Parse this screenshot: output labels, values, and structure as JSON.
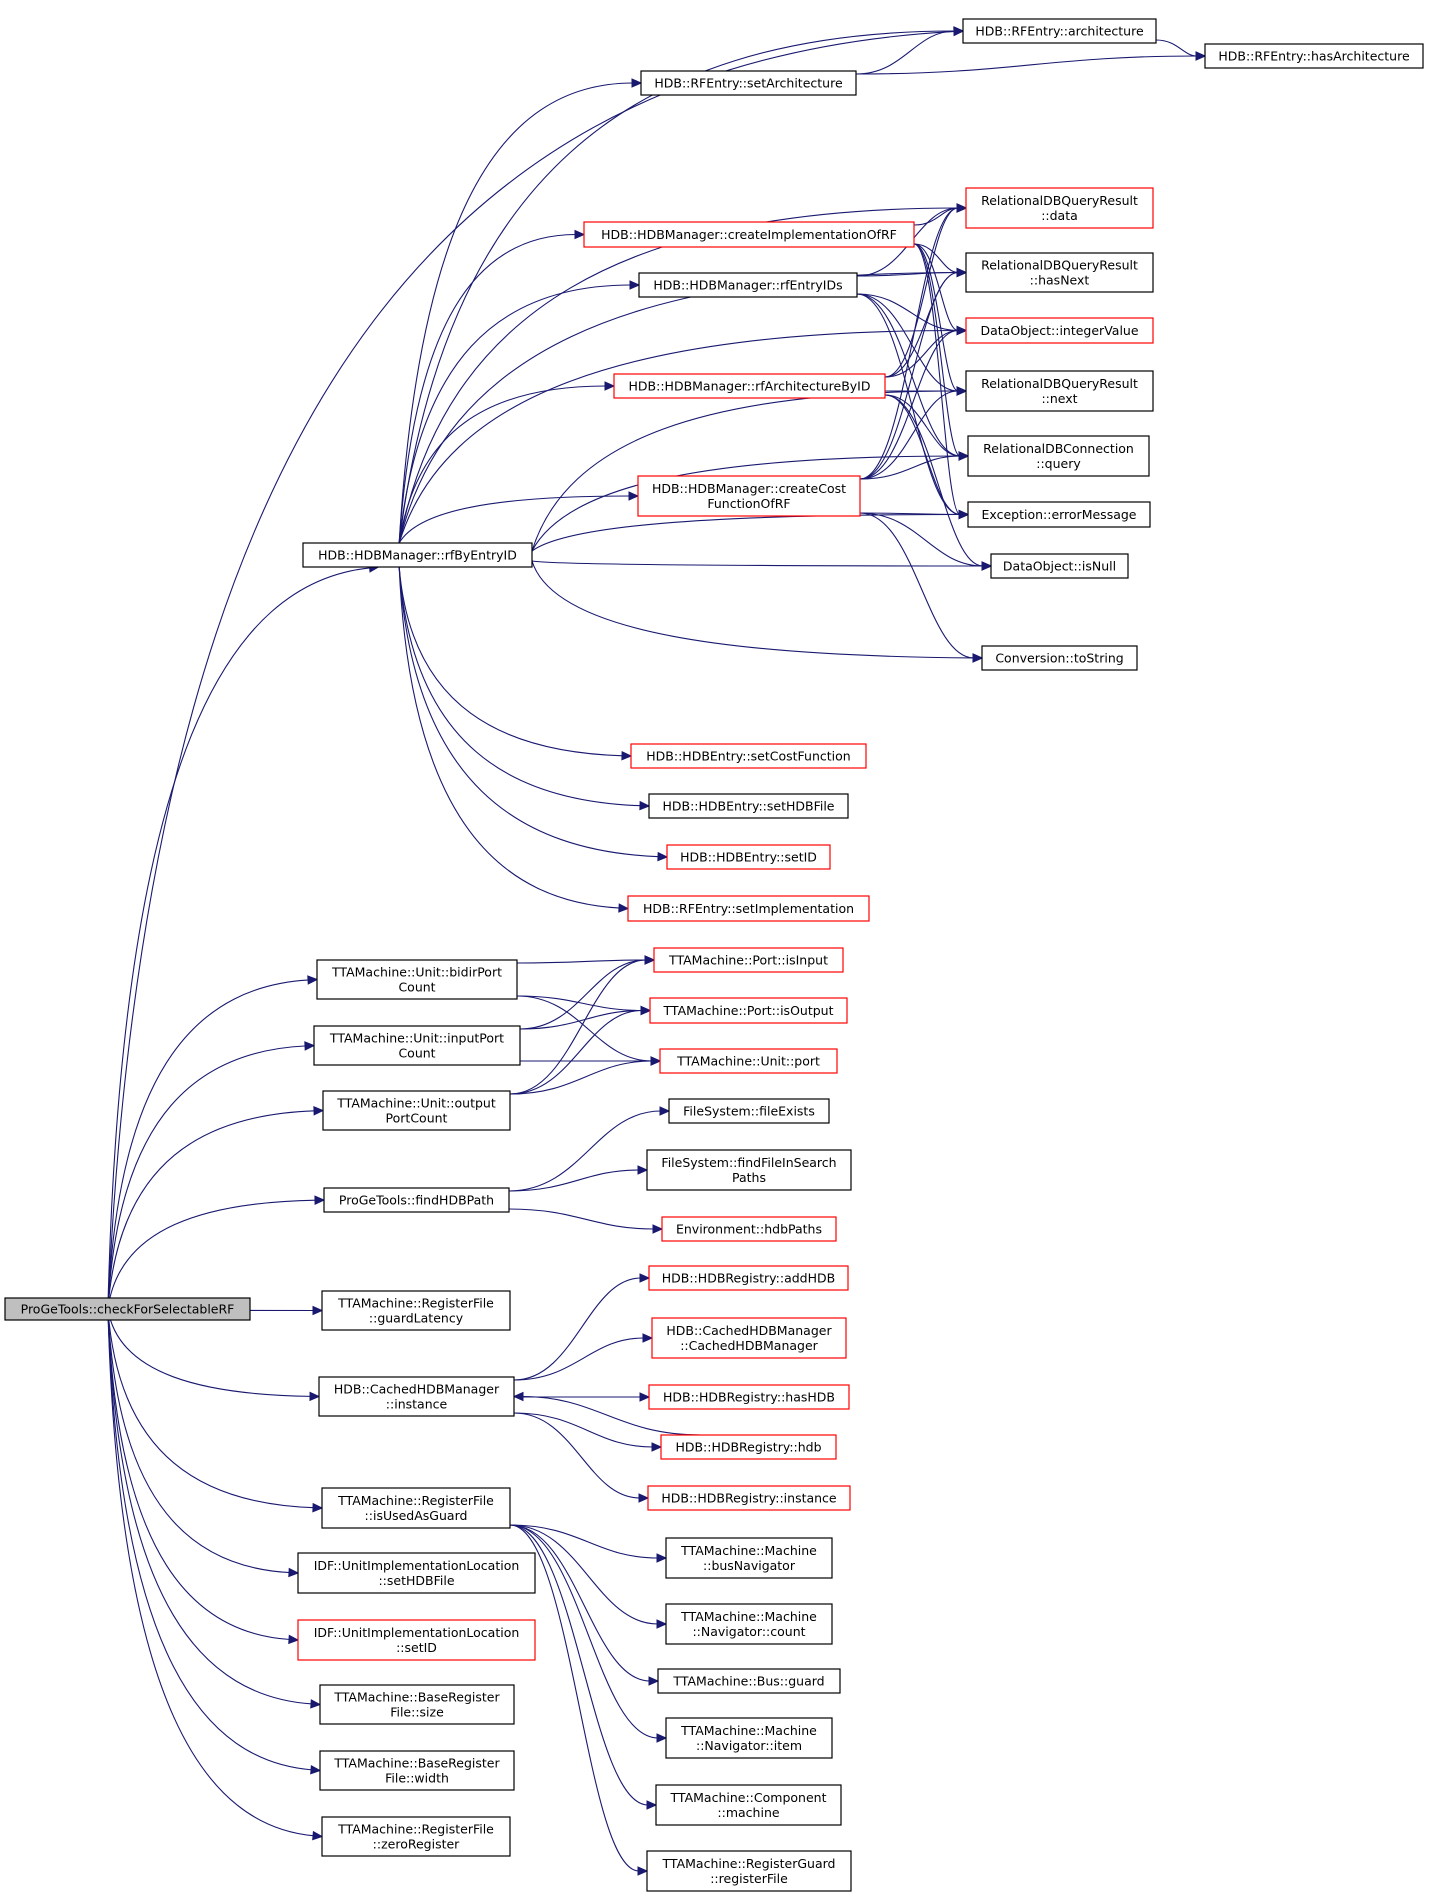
{
  "graph": {
    "root": "ProGeTools::checkForSelectableRF",
    "colors": {
      "edge": "#191970",
      "node_border": "#000000",
      "node_border_incomplete": "#ff0000",
      "root_fill": "#bfbfbf"
    },
    "nodes": [
      {
        "id": "root",
        "lines": [
          "ProGeTools::checkForSelectableRF"
        ],
        "style": "root"
      },
      {
        "id": "rfByEntryID",
        "lines": [
          "HDB::HDBManager::rfByEntryID"
        ],
        "style": "normal"
      },
      {
        "id": "rfe_architecture",
        "lines": [
          "HDB::RFEntry::architecture"
        ],
        "style": "normal"
      },
      {
        "id": "rfe_hasArchitecture",
        "lines": [
          "HDB::RFEntry::hasArchitecture"
        ],
        "style": "normal"
      },
      {
        "id": "rfe_setArchitecture",
        "lines": [
          "HDB::RFEntry::setArchitecture"
        ],
        "style": "normal"
      },
      {
        "id": "rdq_data",
        "lines": [
          "RelationalDBQueryResult",
          "::data"
        ],
        "style": "red"
      },
      {
        "id": "createImplOfRF",
        "lines": [
          "HDB::HDBManager::createImplementationOfRF"
        ],
        "style": "red"
      },
      {
        "id": "rdq_hasNext",
        "lines": [
          "RelationalDBQueryResult",
          "::hasNext"
        ],
        "style": "normal"
      },
      {
        "id": "rfEntryIDs",
        "lines": [
          "HDB::HDBManager::rfEntryIDs"
        ],
        "style": "normal"
      },
      {
        "id": "do_integerValue",
        "lines": [
          "DataObject::integerValue"
        ],
        "style": "red"
      },
      {
        "id": "rfArchById",
        "lines": [
          "HDB::HDBManager::rfArchitectureByID"
        ],
        "style": "red"
      },
      {
        "id": "rdq_next",
        "lines": [
          "RelationalDBQueryResult",
          "::next"
        ],
        "style": "normal"
      },
      {
        "id": "rdc_query",
        "lines": [
          "RelationalDBConnection",
          "::query"
        ],
        "style": "normal"
      },
      {
        "id": "createCostFn",
        "lines": [
          "HDB::HDBManager::createCost",
          "FunctionOfRF"
        ],
        "style": "red"
      },
      {
        "id": "ex_errorMessage",
        "lines": [
          "Exception::errorMessage"
        ],
        "style": "normal"
      },
      {
        "id": "do_isNull",
        "lines": [
          "DataObject::isNull"
        ],
        "style": "normal"
      },
      {
        "id": "conv_toString",
        "lines": [
          "Conversion::toString"
        ],
        "style": "normal"
      },
      {
        "id": "he_setCostFunction",
        "lines": [
          "HDB::HDBEntry::setCostFunction"
        ],
        "style": "red"
      },
      {
        "id": "he_setHDBFile",
        "lines": [
          "HDB::HDBEntry::setHDBFile"
        ],
        "style": "normal"
      },
      {
        "id": "he_setID",
        "lines": [
          "HDB::HDBEntry::setID"
        ],
        "style": "red"
      },
      {
        "id": "rfe_setImplementation",
        "lines": [
          "HDB::RFEntry::setImplementation"
        ],
        "style": "red"
      },
      {
        "id": "bidirPortCount",
        "lines": [
          "TTAMachine::Unit::bidirPort",
          "Count"
        ],
        "style": "normal"
      },
      {
        "id": "port_isInput",
        "lines": [
          "TTAMachine::Port::isInput"
        ],
        "style": "red"
      },
      {
        "id": "port_isOutput",
        "lines": [
          "TTAMachine::Port::isOutput"
        ],
        "style": "red"
      },
      {
        "id": "inputPortCount",
        "lines": [
          "TTAMachine::Unit::inputPort",
          "Count"
        ],
        "style": "normal"
      },
      {
        "id": "unit_port",
        "lines": [
          "TTAMachine::Unit::port"
        ],
        "style": "red"
      },
      {
        "id": "outputPortCount",
        "lines": [
          "TTAMachine::Unit::output",
          "PortCount"
        ],
        "style": "normal"
      },
      {
        "id": "fs_fileExists",
        "lines": [
          "FileSystem::fileExists"
        ],
        "style": "normal"
      },
      {
        "id": "fs_findFile",
        "lines": [
          "FileSystem::findFileInSearch",
          "Paths"
        ],
        "style": "normal"
      },
      {
        "id": "findHDBPath",
        "lines": [
          "ProGeTools::findHDBPath"
        ],
        "style": "normal"
      },
      {
        "id": "env_hdbPaths",
        "lines": [
          "Environment::hdbPaths"
        ],
        "style": "red"
      },
      {
        "id": "hreg_addHDB",
        "lines": [
          "HDB::HDBRegistry::addHDB"
        ],
        "style": "red"
      },
      {
        "id": "rf_guardLatency",
        "lines": [
          "TTAMachine::RegisterFile",
          "::guardLatency"
        ],
        "style": "normal"
      },
      {
        "id": "chm_ctor",
        "lines": [
          "HDB::CachedHDBManager",
          "::CachedHDBManager"
        ],
        "style": "red"
      },
      {
        "id": "chm_instance",
        "lines": [
          "HDB::CachedHDBManager",
          "::instance"
        ],
        "style": "normal"
      },
      {
        "id": "hreg_hasHDB",
        "lines": [
          "HDB::HDBRegistry::hasHDB"
        ],
        "style": "red"
      },
      {
        "id": "hreg_hdb",
        "lines": [
          "HDB::HDBRegistry::hdb"
        ],
        "style": "red"
      },
      {
        "id": "hreg_instance",
        "lines": [
          "HDB::HDBRegistry::instance"
        ],
        "style": "red"
      },
      {
        "id": "rf_isUsedAsGuard",
        "lines": [
          "TTAMachine::RegisterFile",
          "::isUsedAsGuard"
        ],
        "style": "normal"
      },
      {
        "id": "m_busNavigator",
        "lines": [
          "TTAMachine::Machine",
          "::busNavigator"
        ],
        "style": "normal"
      },
      {
        "id": "uil_setHDBFile",
        "lines": [
          "IDF::UnitImplementationLocation",
          "::setHDBFile"
        ],
        "style": "normal"
      },
      {
        "id": "nav_count",
        "lines": [
          "TTAMachine::Machine",
          "::Navigator::count"
        ],
        "style": "normal"
      },
      {
        "id": "uil_setID",
        "lines": [
          "IDF::UnitImplementationLocation",
          "::setID"
        ],
        "style": "red"
      },
      {
        "id": "bus_guard",
        "lines": [
          "TTAMachine::Bus::guard"
        ],
        "style": "normal"
      },
      {
        "id": "brf_size",
        "lines": [
          "TTAMachine::BaseRegister",
          "File::size"
        ],
        "style": "normal"
      },
      {
        "id": "nav_item",
        "lines": [
          "TTAMachine::Machine",
          "::Navigator::item"
        ],
        "style": "normal"
      },
      {
        "id": "brf_width",
        "lines": [
          "TTAMachine::BaseRegister",
          "File::width"
        ],
        "style": "normal"
      },
      {
        "id": "comp_machine",
        "lines": [
          "TTAMachine::Component",
          "::machine"
        ],
        "style": "normal"
      },
      {
        "id": "rf_zeroRegister",
        "lines": [
          "TTAMachine::RegisterFile",
          "::zeroRegister"
        ],
        "style": "normal"
      },
      {
        "id": "rg_registerFile",
        "lines": [
          "TTAMachine::RegisterGuard",
          "::registerFile"
        ],
        "style": "normal"
      }
    ],
    "edges": [
      [
        "root",
        "rfByEntryID"
      ],
      [
        "root",
        "bidirPortCount"
      ],
      [
        "root",
        "inputPortCount"
      ],
      [
        "root",
        "outputPortCount"
      ],
      [
        "root",
        "findHDBPath"
      ],
      [
        "root",
        "rf_guardLatency"
      ],
      [
        "root",
        "chm_instance"
      ],
      [
        "root",
        "rf_isUsedAsGuard"
      ],
      [
        "root",
        "uil_setHDBFile"
      ],
      [
        "root",
        "uil_setID"
      ],
      [
        "root",
        "brf_size"
      ],
      [
        "root",
        "brf_width"
      ],
      [
        "root",
        "rf_zeroRegister"
      ],
      [
        "root",
        "rfe_architecture"
      ],
      [
        "rfByEntryID",
        "rfe_architecture"
      ],
      [
        "rfByEntryID",
        "rfe_setArchitecture"
      ],
      [
        "rfByEntryID",
        "rdq_data"
      ],
      [
        "rfByEntryID",
        "createImplOfRF"
      ],
      [
        "rfByEntryID",
        "rdq_hasNext"
      ],
      [
        "rfByEntryID",
        "rfEntryIDs"
      ],
      [
        "rfByEntryID",
        "do_integerValue"
      ],
      [
        "rfByEntryID",
        "rfArchById"
      ],
      [
        "rfByEntryID",
        "rdq_next"
      ],
      [
        "rfByEntryID",
        "rdc_query"
      ],
      [
        "rfByEntryID",
        "createCostFn"
      ],
      [
        "rfByEntryID",
        "ex_errorMessage"
      ],
      [
        "rfByEntryID",
        "do_isNull"
      ],
      [
        "rfByEntryID",
        "conv_toString"
      ],
      [
        "rfByEntryID",
        "he_setCostFunction"
      ],
      [
        "rfByEntryID",
        "he_setHDBFile"
      ],
      [
        "rfByEntryID",
        "he_setID"
      ],
      [
        "rfByEntryID",
        "rfe_setImplementation"
      ],
      [
        "rfe_architecture",
        "rfe_hasArchitecture"
      ],
      [
        "rfe_setArchitecture",
        "rfe_architecture"
      ],
      [
        "rfe_setArchitecture",
        "rfe_hasArchitecture"
      ],
      [
        "createImplOfRF",
        "rdq_data"
      ],
      [
        "createImplOfRF",
        "rdq_hasNext"
      ],
      [
        "createImplOfRF",
        "do_integerValue"
      ],
      [
        "createImplOfRF",
        "rdq_next"
      ],
      [
        "createImplOfRF",
        "rdc_query"
      ],
      [
        "createImplOfRF",
        "ex_errorMessage"
      ],
      [
        "rfEntryIDs",
        "rdq_data"
      ],
      [
        "rfEntryIDs",
        "rdq_hasNext"
      ],
      [
        "rfEntryIDs",
        "do_integerValue"
      ],
      [
        "rfEntryIDs",
        "rdq_next"
      ],
      [
        "rfEntryIDs",
        "rdc_query"
      ],
      [
        "rfEntryIDs",
        "ex_errorMessage"
      ],
      [
        "rfArchById",
        "rdq_data"
      ],
      [
        "rfArchById",
        "rdq_hasNext"
      ],
      [
        "rfArchById",
        "do_integerValue"
      ],
      [
        "rfArchById",
        "rdq_next"
      ],
      [
        "rfArchById",
        "rdc_query"
      ],
      [
        "rfArchById",
        "ex_errorMessage"
      ],
      [
        "rfArchById",
        "do_isNull"
      ],
      [
        "createCostFn",
        "rdq_data"
      ],
      [
        "createCostFn",
        "rdq_hasNext"
      ],
      [
        "createCostFn",
        "do_integerValue"
      ],
      [
        "createCostFn",
        "rdq_next"
      ],
      [
        "createCostFn",
        "rdc_query"
      ],
      [
        "createCostFn",
        "ex_errorMessage"
      ],
      [
        "createCostFn",
        "do_isNull"
      ],
      [
        "createCostFn",
        "conv_toString"
      ],
      [
        "bidirPortCount",
        "port_isInput"
      ],
      [
        "bidirPortCount",
        "port_isOutput"
      ],
      [
        "bidirPortCount",
        "unit_port"
      ],
      [
        "inputPortCount",
        "port_isInput"
      ],
      [
        "inputPortCount",
        "port_isOutput"
      ],
      [
        "inputPortCount",
        "unit_port"
      ],
      [
        "outputPortCount",
        "port_isInput"
      ],
      [
        "outputPortCount",
        "port_isOutput"
      ],
      [
        "outputPortCount",
        "unit_port"
      ],
      [
        "findHDBPath",
        "fs_fileExists"
      ],
      [
        "findHDBPath",
        "fs_findFile"
      ],
      [
        "findHDBPath",
        "env_hdbPaths"
      ],
      [
        "chm_instance",
        "hreg_addHDB"
      ],
      [
        "chm_instance",
        "chm_ctor"
      ],
      [
        "chm_instance",
        "hreg_hasHDB"
      ],
      [
        "chm_instance",
        "hreg_hdb"
      ],
      [
        "chm_instance",
        "hreg_instance"
      ],
      [
        "hreg_hdb",
        "chm_instance"
      ],
      [
        "rf_isUsedAsGuard",
        "m_busNavigator"
      ],
      [
        "rf_isUsedAsGuard",
        "nav_count"
      ],
      [
        "rf_isUsedAsGuard",
        "bus_guard"
      ],
      [
        "rf_isUsedAsGuard",
        "nav_item"
      ],
      [
        "rf_isUsedAsGuard",
        "comp_machine"
      ],
      [
        "rf_isUsedAsGuard",
        "rg_registerFile"
      ]
    ]
  }
}
